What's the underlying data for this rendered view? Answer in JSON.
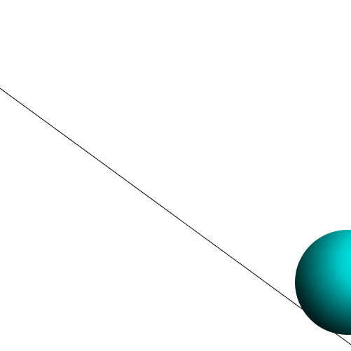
{
  "scene": {
    "background_color": "#ffffff",
    "objects": [
      {
        "type": "line",
        "color": "#000000"
      },
      {
        "type": "sphere",
        "shading": "radial",
        "colors": {
          "highlight": "#00ffff",
          "mid": "#00c8c8",
          "dark": "#003838",
          "shadow": "#000000"
        }
      }
    ]
  }
}
